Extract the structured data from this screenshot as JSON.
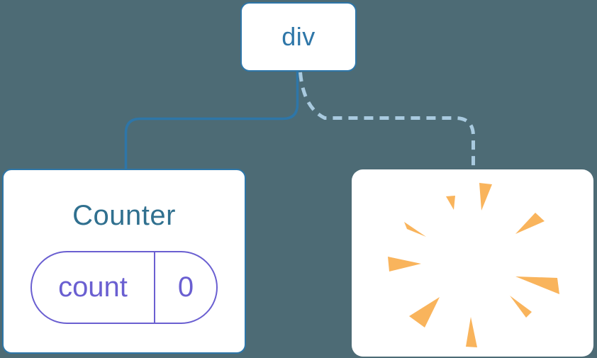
{
  "colors": {
    "background": "#4D6B75",
    "node_fill": "#FFFFFF",
    "blue_stroke": "#2E76A8",
    "counter_title_color": "#30708F",
    "state_purple": "#6A5FD1",
    "dashed_link_color": "#A9CADF",
    "poof_orange": "#F9B45C"
  },
  "diagram": {
    "root_node": {
      "label": "div"
    },
    "counter_node": {
      "title": "Counter",
      "state_key": "count",
      "state_value": "0"
    },
    "removed_node": {
      "icon": "poof-icon"
    },
    "links": [
      {
        "type": "solid",
        "from": "div",
        "to": "Counter"
      },
      {
        "type": "dashed",
        "from": "div",
        "to": "removed-node"
      }
    ]
  }
}
